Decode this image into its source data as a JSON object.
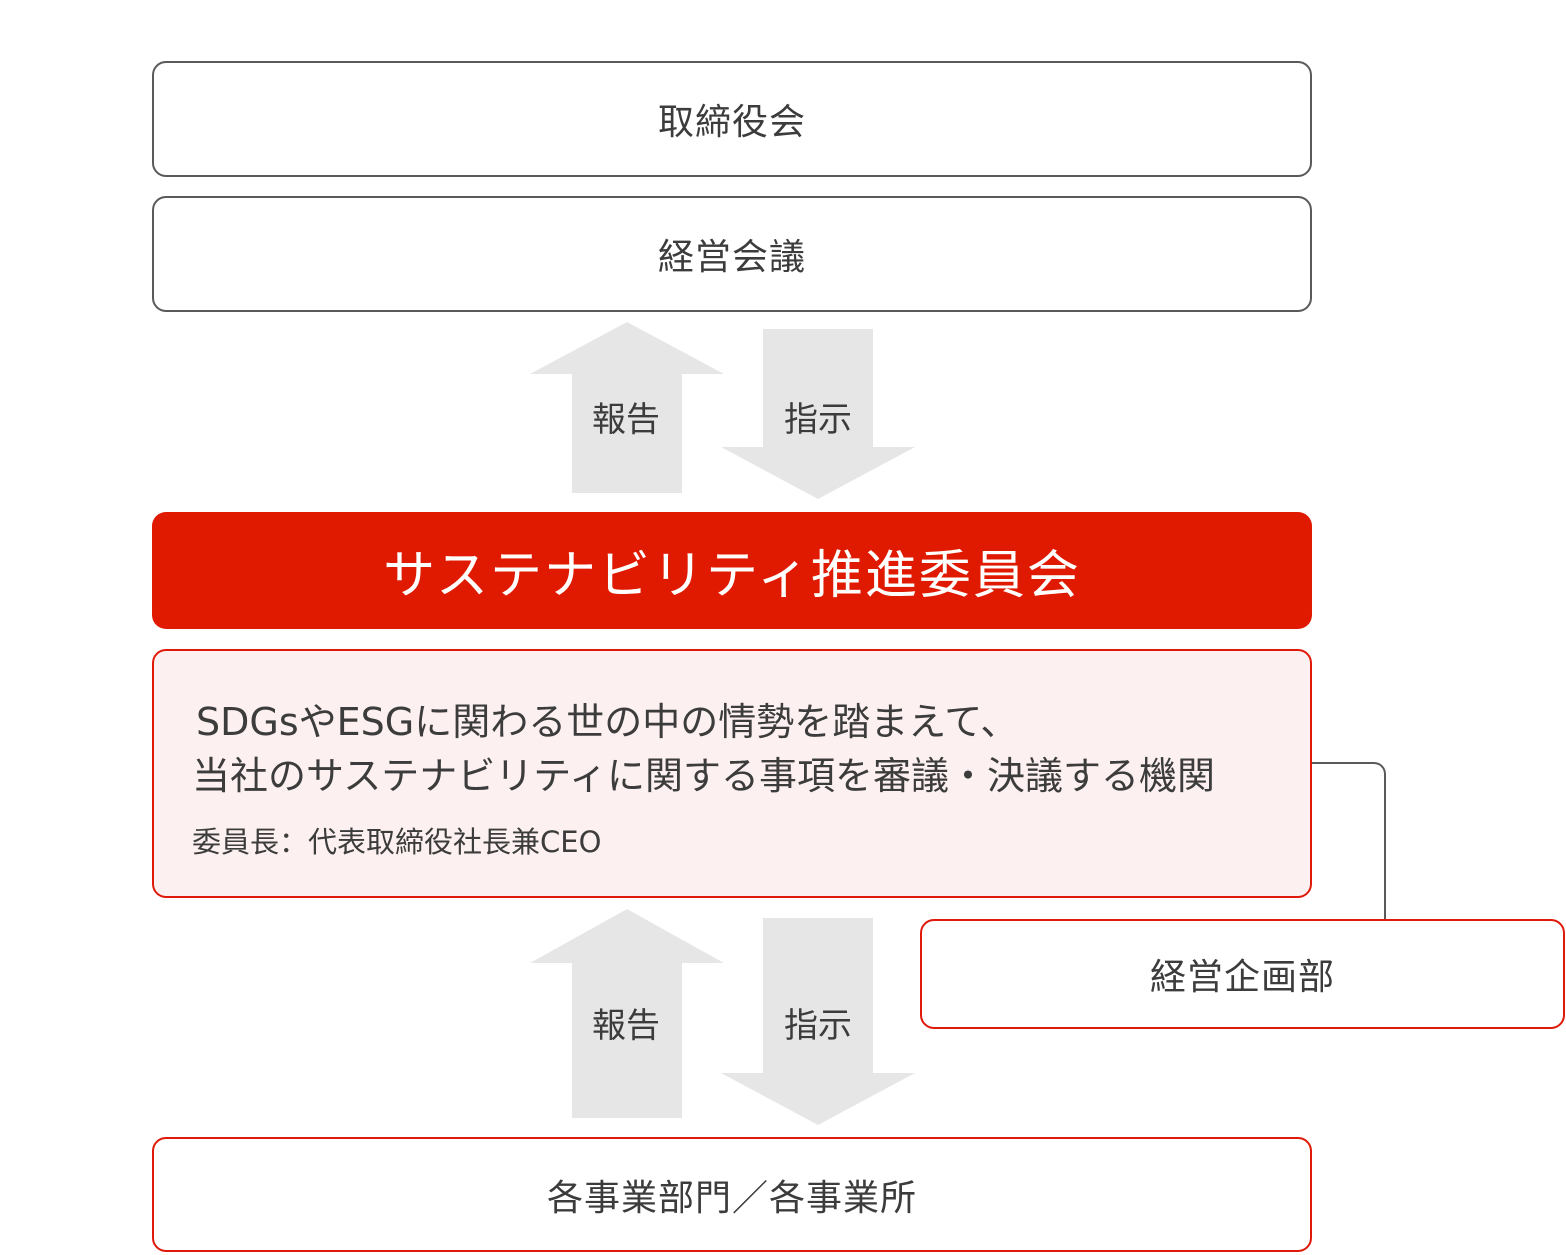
{
  "nodes": {
    "board": "取締役会",
    "management_meeting": "経営会議",
    "committee": "サステナビリティ推進委員会",
    "committee_description_line1": "SDGsやESGに関わる世の中の情勢を踏まえて、",
    "committee_description_line2": "当社のサステナビリティに関する事項を審議・決議する機関",
    "committee_chair": "委員長：代表取締役社長兼CEO",
    "planning_department": "経営企画部",
    "divisions": "各事業部門／各事業所"
  },
  "arrows": {
    "upper_report": "報告",
    "upper_instruct": "指示",
    "lower_report": "報告",
    "lower_instruct": "指示"
  },
  "colors": {
    "accent_red": "#e01a00",
    "arrow_gray": "#e6e6e6",
    "desc_background": "#fcf1f0",
    "border_gray": "#5a5a5a"
  }
}
